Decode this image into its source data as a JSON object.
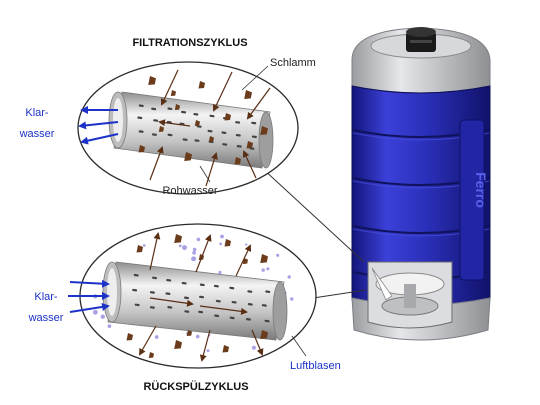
{
  "filtration": {
    "title": "FILTRATIONSZYKLUS",
    "sludge_label": "Schlamm",
    "raw_water_label": "Rohwasser",
    "clean_water_label_line1": "Klar-",
    "clean_water_label_line2": "wasser"
  },
  "backwash": {
    "title": "RÜCKSPÜLZYKLUS",
    "air_bubbles_label": "Luftblasen",
    "clean_water_label_line1": "Klar-",
    "clean_water_label_line2": "wasser"
  },
  "tank": {
    "side_emblem": "Ferro"
  },
  "colors": {
    "tank_blue": "#2a2fb8",
    "tank_dark_blue": "#16197a",
    "cap_grey": "#c9cbcf",
    "arrow_blue": "#1c32c8",
    "arrow_brown": "#5a2f14",
    "sludge_brown": "#6b3c1c",
    "bubble_lilac": "#a9a3e6",
    "pipe_grey": "#c8c8c8"
  }
}
